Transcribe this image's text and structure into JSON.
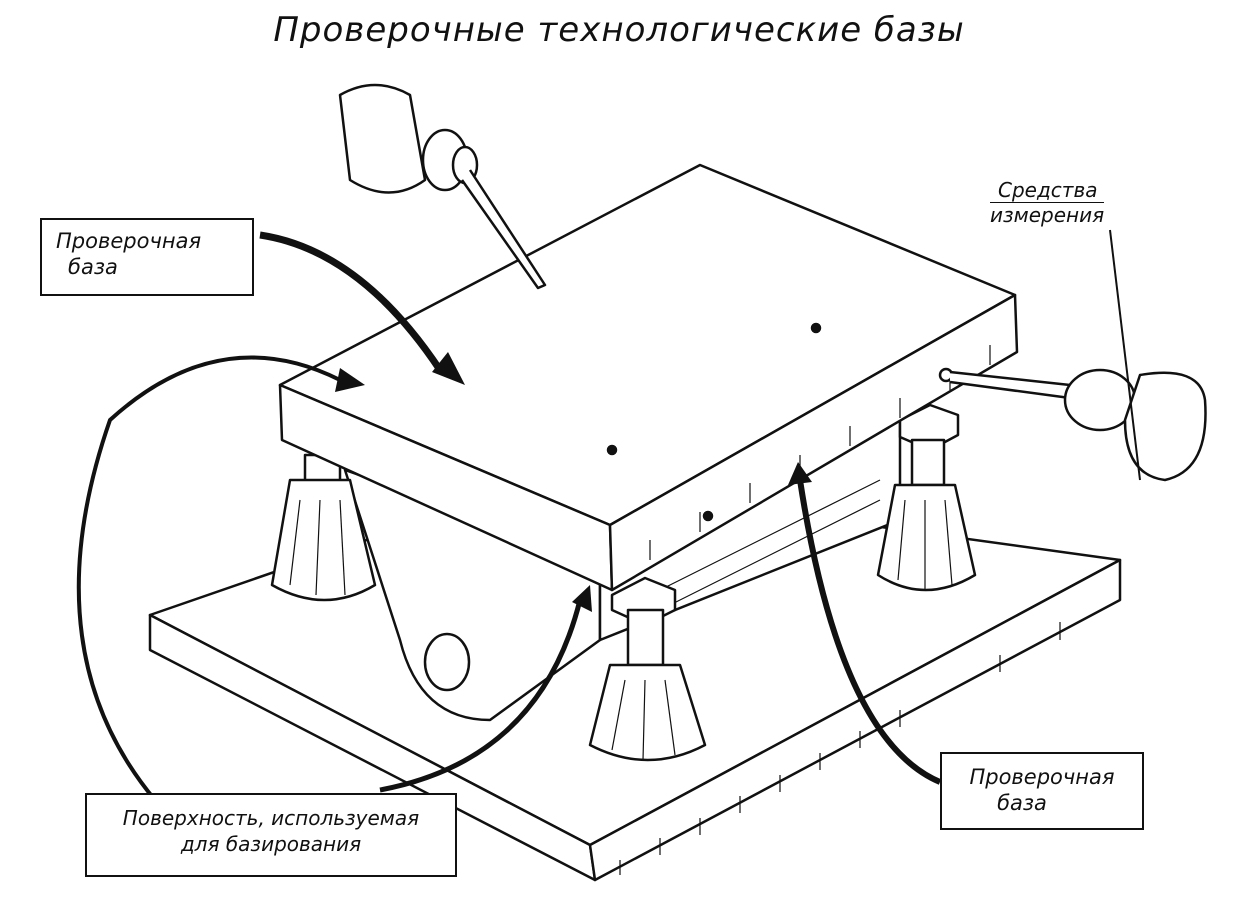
{
  "title": "Проверочные технологические базы",
  "labels": {
    "check_base_left": {
      "line1": "Проверочная",
      "line2": "база"
    },
    "measuring_tools": {
      "line1": "Средства",
      "line2": "измерения"
    },
    "check_base_right": {
      "line1": "Проверочная",
      "line2": "база"
    },
    "locating_surface": {
      "line1": "Поверхность, используемая",
      "line2": "для базирования"
    }
  }
}
